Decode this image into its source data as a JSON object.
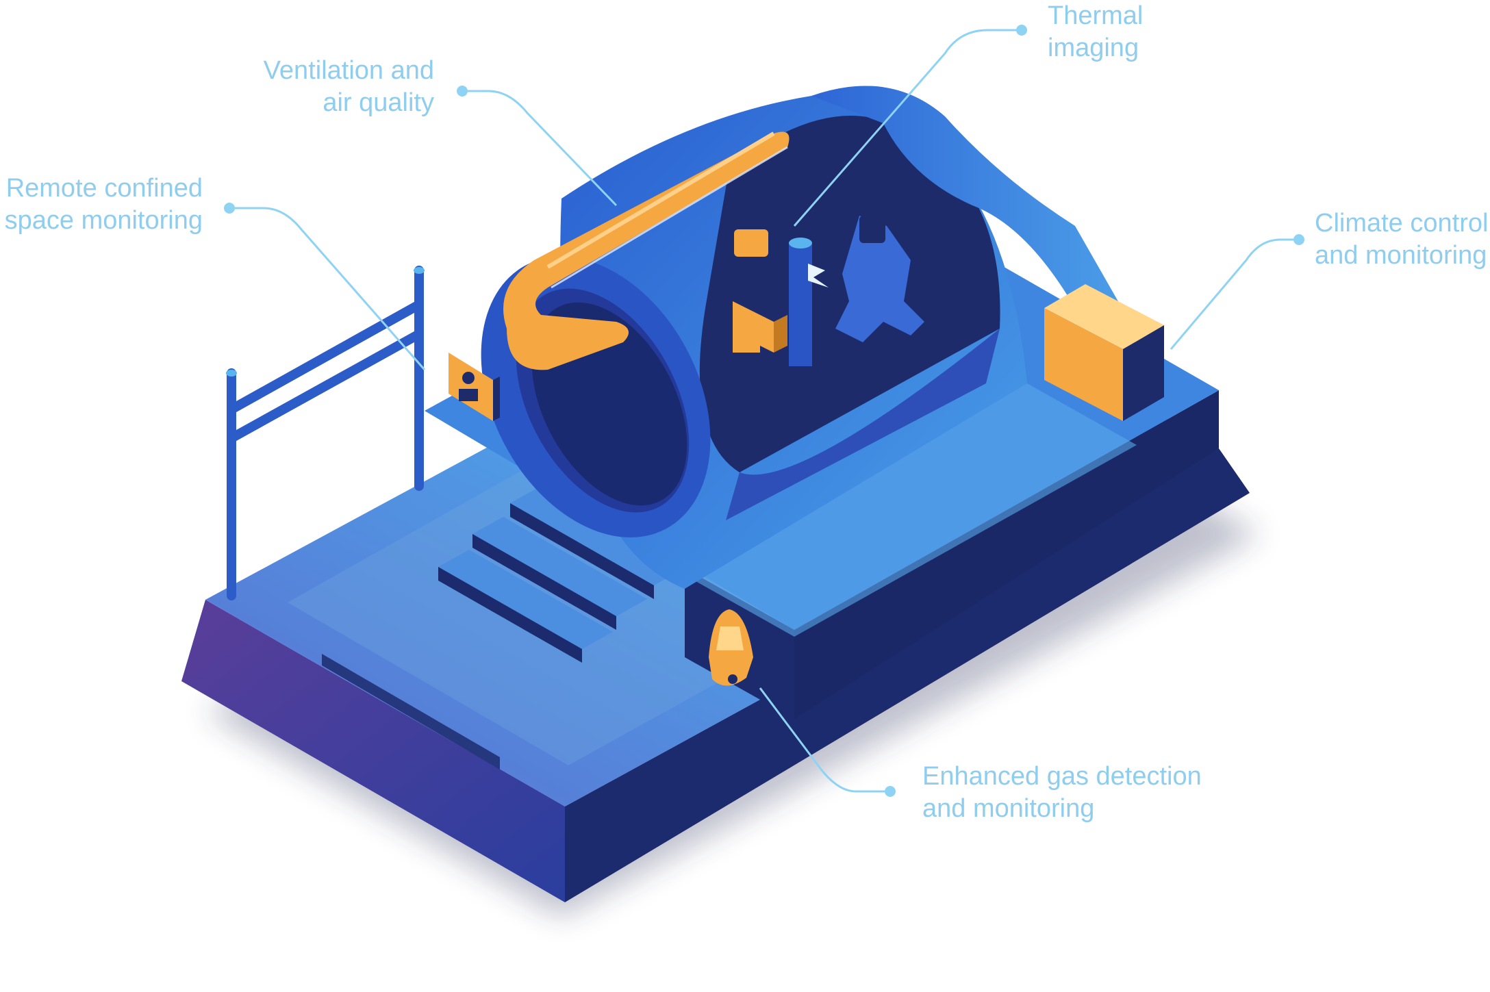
{
  "colors": {
    "label": "#8fcdef",
    "leader_line": "#8fd3f4",
    "platform_dark": "#1c2b6e",
    "platform_top": "#5b9fe0",
    "tank_blue": "#3f7fe0",
    "tank_inner": "#1e2b6a",
    "accent_orange": "#f5a742"
  },
  "annotations": {
    "thermal": {
      "line1": "Thermal",
      "line2": "imaging"
    },
    "ventilation": {
      "line1": "Ventilation and",
      "line2": "air quality"
    },
    "remote": {
      "line1": "Remote confined",
      "line2": "space monitoring"
    },
    "climate": {
      "line1": "Climate control",
      "line2": "and monitoring"
    },
    "gas": {
      "line1": "Enhanced gas detection",
      "line2": "and monitoring"
    }
  }
}
